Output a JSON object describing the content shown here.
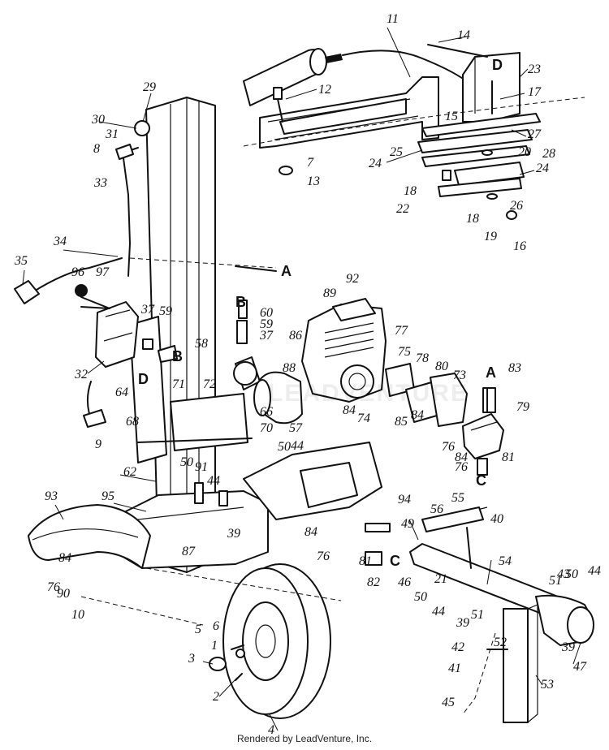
{
  "footer": "Rendered by LeadVenture, Inc.",
  "watermark": "LEADVENTURE",
  "callouts": [
    "1",
    "2",
    "3",
    "4",
    "5",
    "6",
    "7",
    "8",
    "9",
    "10",
    "11",
    "12",
    "13",
    "14",
    "15",
    "16",
    "17",
    "18",
    "19",
    "20",
    "21",
    "22",
    "23",
    "24",
    "25",
    "26",
    "27",
    "28",
    "29",
    "30",
    "31",
    "32",
    "33",
    "34",
    "35",
    "37",
    "39",
    "40",
    "41",
    "42",
    "43",
    "44",
    "45",
    "46",
    "47",
    "49",
    "50",
    "51",
    "52",
    "53",
    "54",
    "55",
    "56",
    "57",
    "58",
    "59",
    "60",
    "62",
    "64",
    "66",
    "68",
    "70",
    "71",
    "72",
    "73",
    "74",
    "75",
    "76",
    "77",
    "78",
    "79",
    "80",
    "81",
    "82",
    "83",
    "84",
    "85",
    "86",
    "87",
    "88",
    "89",
    "90",
    "91",
    "92",
    "93",
    "94",
    "95",
    "96",
    "97"
  ],
  "connection_labels": [
    "A",
    "B",
    "C",
    "D"
  ]
}
